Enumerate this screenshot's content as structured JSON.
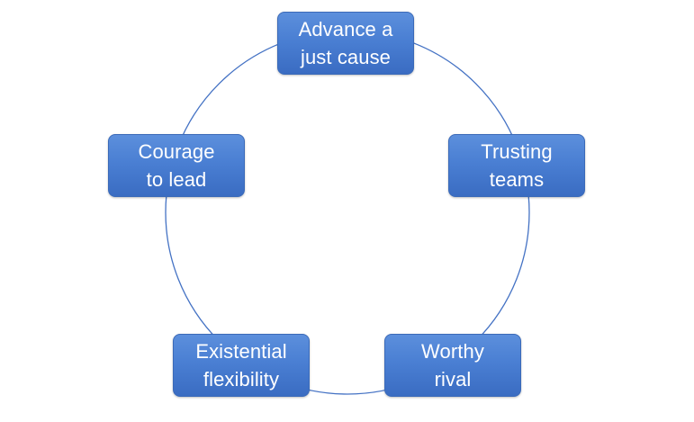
{
  "diagram": {
    "type": "cycle",
    "ring_color": "#4472c4",
    "node_fill": "#4a7fd3",
    "node_text_color": "#ffffff",
    "nodes": [
      {
        "id": "advance",
        "text": "Advance a\njust cause"
      },
      {
        "id": "trusting",
        "text": "Trusting\nteams"
      },
      {
        "id": "worthy",
        "text": "Worthy\nrival"
      },
      {
        "id": "existential",
        "text": "Existential\nflexibility"
      },
      {
        "id": "courage",
        "text": "Courage\nto lead"
      }
    ]
  }
}
